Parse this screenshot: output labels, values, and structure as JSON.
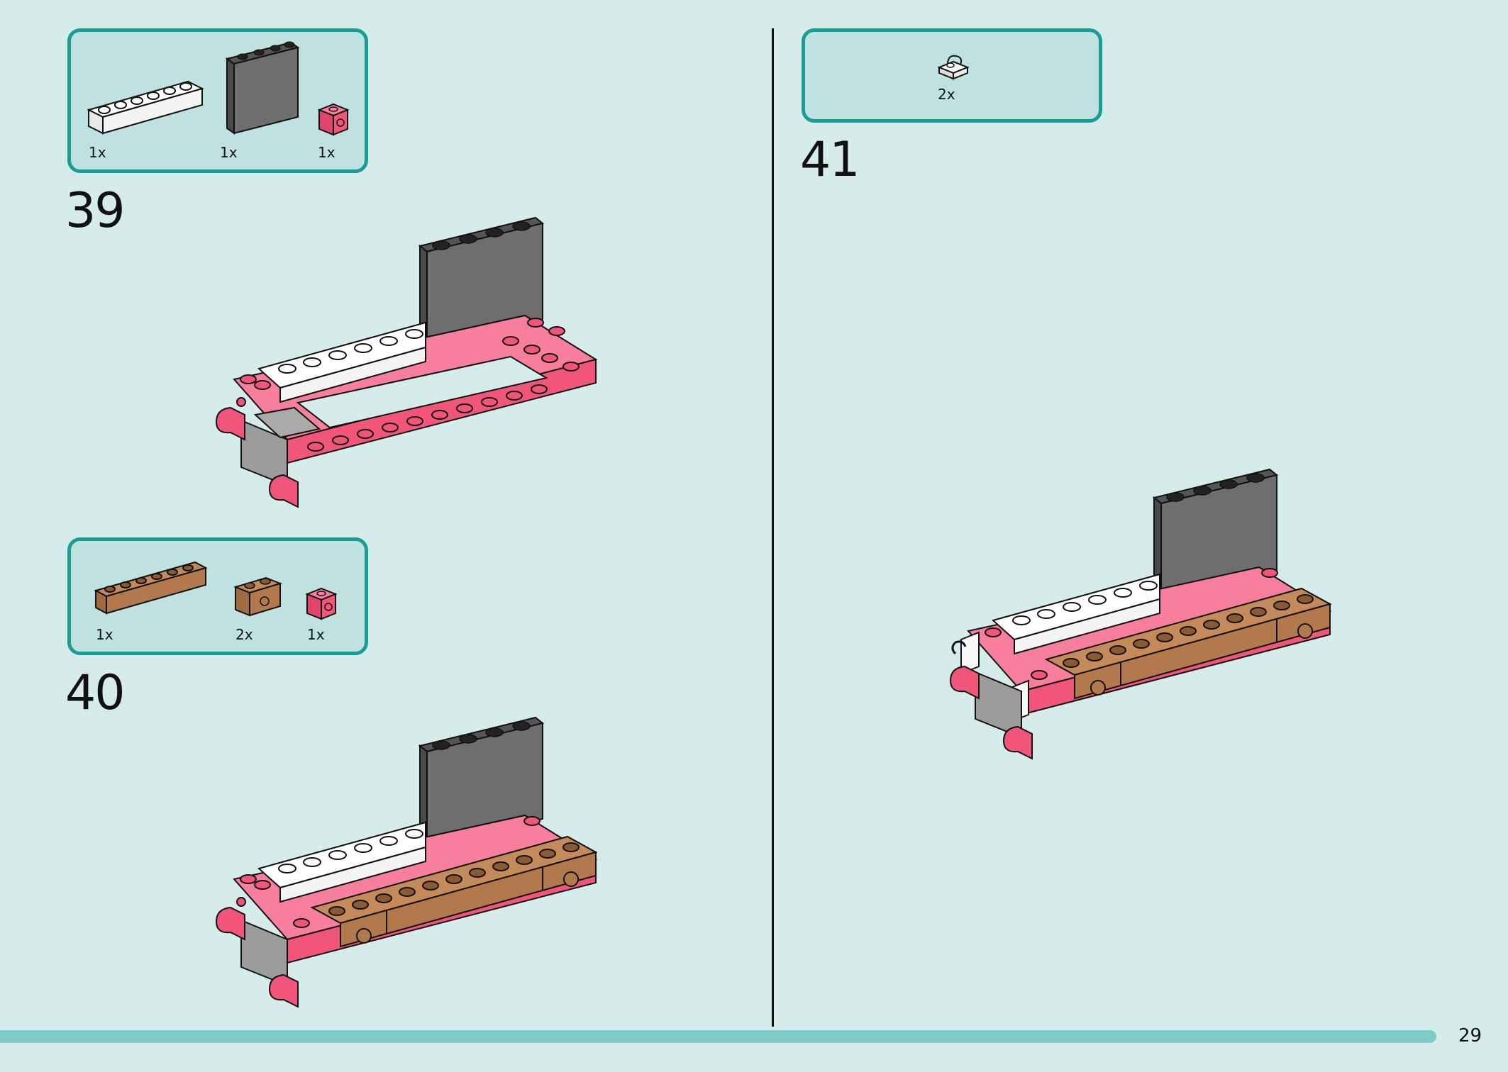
{
  "steps": [
    {
      "number": "39",
      "parts": [
        {
          "name": "white-brick-1x6",
          "qty": "1x",
          "color": "#ffffff"
        },
        {
          "name": "dark-gray-panel",
          "qty": "1x",
          "color": "#6e6e6e"
        },
        {
          "name": "pink-brick-1x1-stud",
          "qty": "1x",
          "color": "#f2557a"
        }
      ]
    },
    {
      "number": "40",
      "parts": [
        {
          "name": "brown-brick-1x6",
          "qty": "1x",
          "color": "#b27a4c"
        },
        {
          "name": "brown-brick-1x2-stud",
          "qty": "2x",
          "color": "#b27a4c"
        },
        {
          "name": "pink-brick-1x1-stud",
          "qty": "1x",
          "color": "#f2557a"
        }
      ]
    },
    {
      "number": "41",
      "parts": [
        {
          "name": "white-clip-plate",
          "qty": "2x",
          "color": "#f2f2f2"
        }
      ]
    }
  ],
  "colors": {
    "background": "#d6ecea",
    "box_fill": "#bfe2e0",
    "box_border": "#1a9c97",
    "pink": "#f2557a",
    "dark_gray": "#6e6e6e",
    "brown": "#b27a4c",
    "progress": "#7fcbc6"
  },
  "page": {
    "number": "29"
  }
}
